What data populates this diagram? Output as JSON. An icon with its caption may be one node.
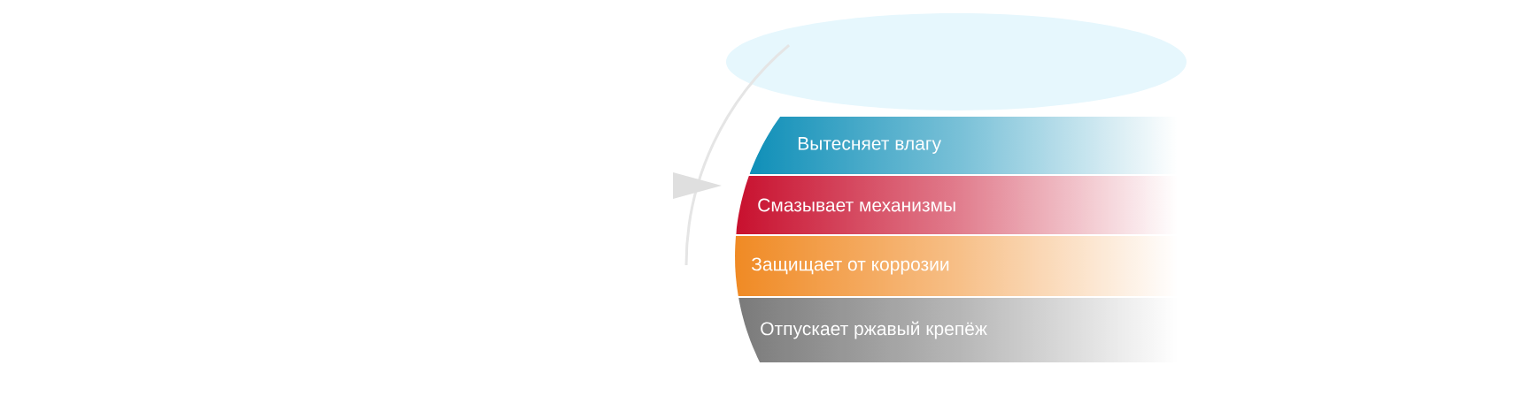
{
  "diagram": {
    "nodes": [
      {
        "text": [
          "Вытесняет влагу"
        ]
      },
      {
        "text": [
          "Смазывает механизмы"
        ]
      },
      {
        "text": [
          "Защищает  от  коррозии"
        ]
      },
      {
        "text": [
          "Отпускает ржавый крепёж"
        ]
      }
    ]
  }
}
